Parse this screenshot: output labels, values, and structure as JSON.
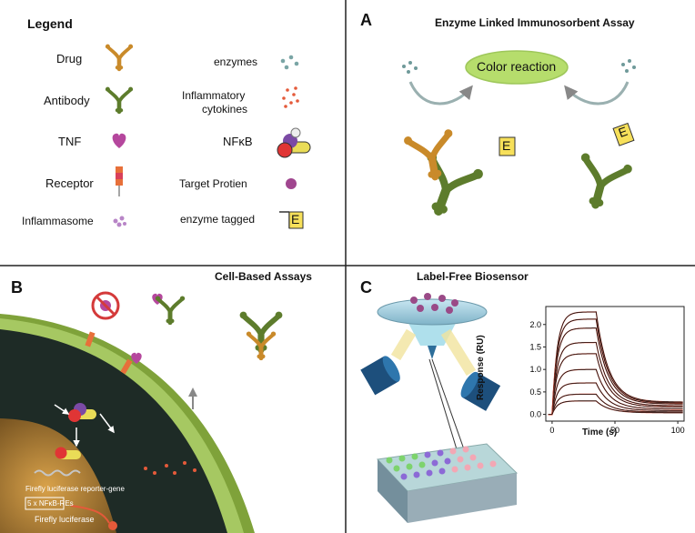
{
  "legend": {
    "title": "Legend",
    "items_left": [
      "Drug",
      "Antibody",
      "TNF",
      "Receptor",
      "Inflammasome"
    ],
    "items_right": [
      "enzymes",
      "Inflammatory",
      "cytokines",
      "NFκB",
      "Target Protien",
      "enzyme tagged"
    ],
    "enzyme_letter": "E"
  },
  "panel_a": {
    "letter": "A",
    "title": "Enzyme Linked Immunosorbent Assay",
    "center": "Color reaction",
    "tag1": "E",
    "tag2": "E"
  },
  "panel_b": {
    "letter": "B",
    "title": "Cell-Based Assays",
    "reporter_gene": "Firefly luciferase reporter-gene",
    "re_box": "5 x NFκB-REs",
    "luciferase": "Firefly luciferase"
  },
  "panel_c": {
    "letter": "C",
    "title": "Label-Free Biosensor"
  },
  "chart_data": {
    "type": "line",
    "xlabel": "Time (s)",
    "ylabel": "Response (RU)",
    "xlim": [
      -5,
      105
    ],
    "ylim": [
      -0.15,
      2.4
    ],
    "xticks": [
      "0",
      "50",
      "100"
    ],
    "yticks": [
      "0.0",
      "0.5",
      "1.0",
      "1.5",
      "2.0"
    ],
    "injection_end": 35,
    "plateaus": [
      2.28,
      2.12,
      1.92,
      1.6,
      1.35,
      1.0,
      0.7,
      0.45,
      0.3
    ],
    "colors": {
      "data": "#111111",
      "fit": "#e4503a"
    }
  },
  "colors": {
    "drug_brown": "#c98a2a",
    "antibody_green": "#5d7c2c",
    "tnf_purple": "#b5479d",
    "ellipse_green": "#b6dd6c",
    "membrane_green": "#7fa23a"
  }
}
